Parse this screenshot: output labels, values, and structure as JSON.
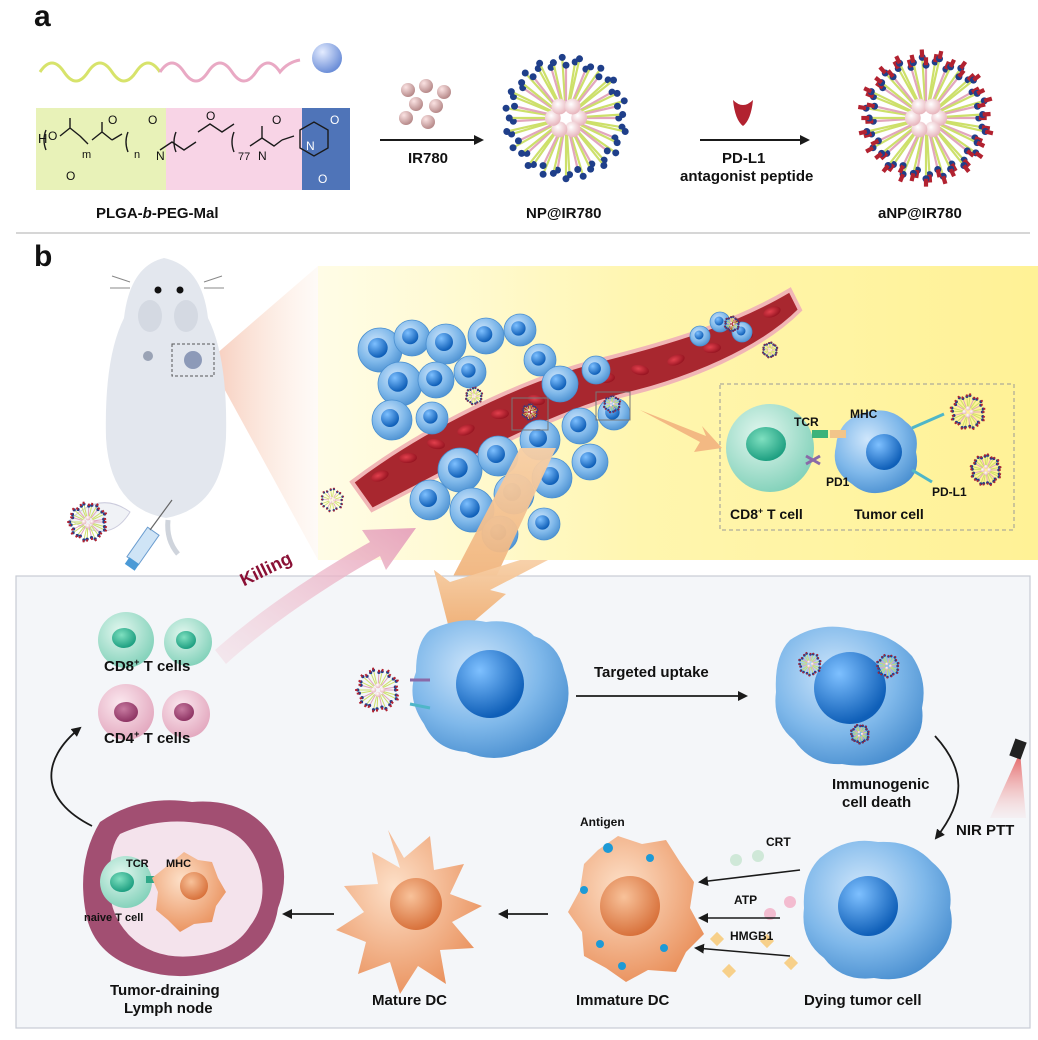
{
  "panels": {
    "a": "a",
    "b": "b"
  },
  "panel_a": {
    "polymer_name": "PLGA-b-PEG-Mal",
    "polymer_name_parts": {
      "pre": "PLGA-",
      "italic": "b",
      "post": "-PEG-Mal"
    },
    "structure_subscripts": {
      "m": "m",
      "n": "n",
      "peg": "77"
    },
    "structure_atoms": {
      "h": "H",
      "o": "O",
      "n": "N"
    },
    "step1_reagent": "IR780",
    "product1": "NP@IR780",
    "step2_reagent_line1": "PD-L1",
    "step2_reagent_line2": "antagonist peptide",
    "product2": "aNP@IR780"
  },
  "panel_b": {
    "tcr": "TCR",
    "mhc": "MHC",
    "pd1": "PD1",
    "pdl1": "PD-L1",
    "cd8_t_cell": "CD8",
    "cd8_t_cell_suffix": " T cell",
    "tumor_cell": "Tumor cell",
    "killing": "Killing",
    "cd8_t_cells": "CD8",
    "cd8_t_cells_suffix": " T cells",
    "cd4_t_cells": "CD4",
    "cd4_t_cells_suffix": " T cells",
    "superscript_plus": "+",
    "targeted_uptake": "Targeted uptake",
    "icd_line1": "Immunogenic",
    "icd_line2": "cell death",
    "nir_ptt": "NIR PTT",
    "crt": "CRT",
    "atp": "ATP",
    "hmgb1": "HMGB1",
    "antigen": "Antigen",
    "naive_t_cell": "naive T cell",
    "lymph_tcr": "TCR",
    "lymph_mhc": "MHC",
    "lymph_node_line1": "Tumor-draining",
    "lymph_node_line2": "Lymph node",
    "mature_dc": "Mature DC",
    "immature_dc": "Immature DC",
    "dying_tumor_cell": "Dying tumor cell"
  },
  "colors": {
    "tumor_blue": "#5b9fd8",
    "nucleus_blue": "#1f6fc0",
    "vessel_red": "#9b1f2a",
    "peg_yellow_green": "#cde06a",
    "maleimide_blue": "#4f74b8",
    "dc_orange": "#f0a070",
    "cd8_teal": "#66c9b0",
    "cd4_pink": "#e8b4c6",
    "lymph_purple": "#a24f72",
    "peptide_red": "#b22230",
    "panel_bg": "#f3f5f8",
    "glow_yellow": "#fff6a8"
  }
}
